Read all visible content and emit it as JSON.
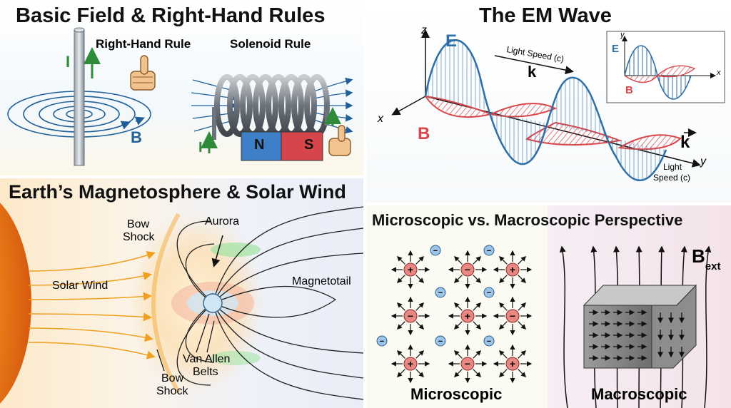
{
  "panel_basic": {
    "title": "Basic Field & Right-Hand Rules",
    "right_hand_rule": "Right-Hand Rule",
    "solenoid_rule": "Solenoid Rule",
    "current_label": "I",
    "field_label": "B",
    "solenoid_current_label": "I",
    "magnet_north": "N",
    "magnet_south": "S"
  },
  "panel_wave": {
    "title": "The EM Wave",
    "axis_z": "z",
    "axis_x": "x",
    "axis_y": "y",
    "e_label": "E",
    "b_label": "B",
    "light_speed_top": "Light Speed (c)",
    "k_top": "k",
    "k_right": "k",
    "light_speed_bottom_1": "Light",
    "light_speed_bottom_2": "Speed (c)",
    "inset": {
      "axis_y": "y",
      "axis_x": "x",
      "e_label": "E",
      "b_label": "B"
    }
  },
  "panel_earth": {
    "title": "Earth’s Magnetosphere & Solar Wind",
    "bow_shock_top_1": "Bow",
    "bow_shock_top_2": "Shock",
    "aurora": "Aurora",
    "solar_wind": "Solar Wind",
    "magnetotail": "Magnetotail",
    "van_allen_1": "Van Allen",
    "van_allen_2": "Belts",
    "bow_shock_bottom_1": "Bow",
    "bow_shock_bottom_2": "Shock"
  },
  "panel_micro": {
    "title": "Microscopic vs. Macroscopic Perspective",
    "microscopic": "Microscopic",
    "macroscopic": "Macroscopic",
    "b_ext_b": "B",
    "b_ext_sub": "ext",
    "plus": "+",
    "minus": "−"
  },
  "colors": {
    "e_field": "#2f6fa8",
    "b_field": "#d9474a",
    "current_arrow": "#2e8b3a",
    "magnet_north": "#3f7fc8",
    "magnet_south": "#d6454a"
  }
}
